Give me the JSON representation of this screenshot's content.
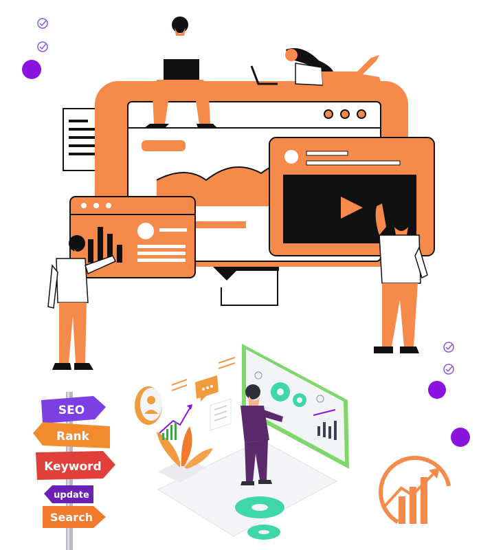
{
  "colors": {
    "orange": "#F58A4B",
    "orange_dark": "#E4733A",
    "black": "#111111",
    "purple": "#8A13E0",
    "check": "#8A5BD6",
    "suit": "#5A2A6B",
    "gear_green": "#3FD7A8",
    "board": "#F2F4F6",
    "board_frame": "#7FD66A"
  },
  "icons": [
    "check-circle-icon",
    "play-icon",
    "gear-icon",
    "user-icon",
    "chat-icon",
    "trend-up-icon",
    "document-icon"
  ],
  "signpost": {
    "signs": [
      {
        "label": "SEO",
        "color": "#7B3FE4"
      },
      {
        "label": "Rank",
        "color": "#F28B2E"
      },
      {
        "label": "Keyword",
        "color": "#E0403A"
      },
      {
        "label": "update",
        "color": "#6A1FB5"
      },
      {
        "label": "Search",
        "color": "#F07A2E"
      }
    ]
  }
}
